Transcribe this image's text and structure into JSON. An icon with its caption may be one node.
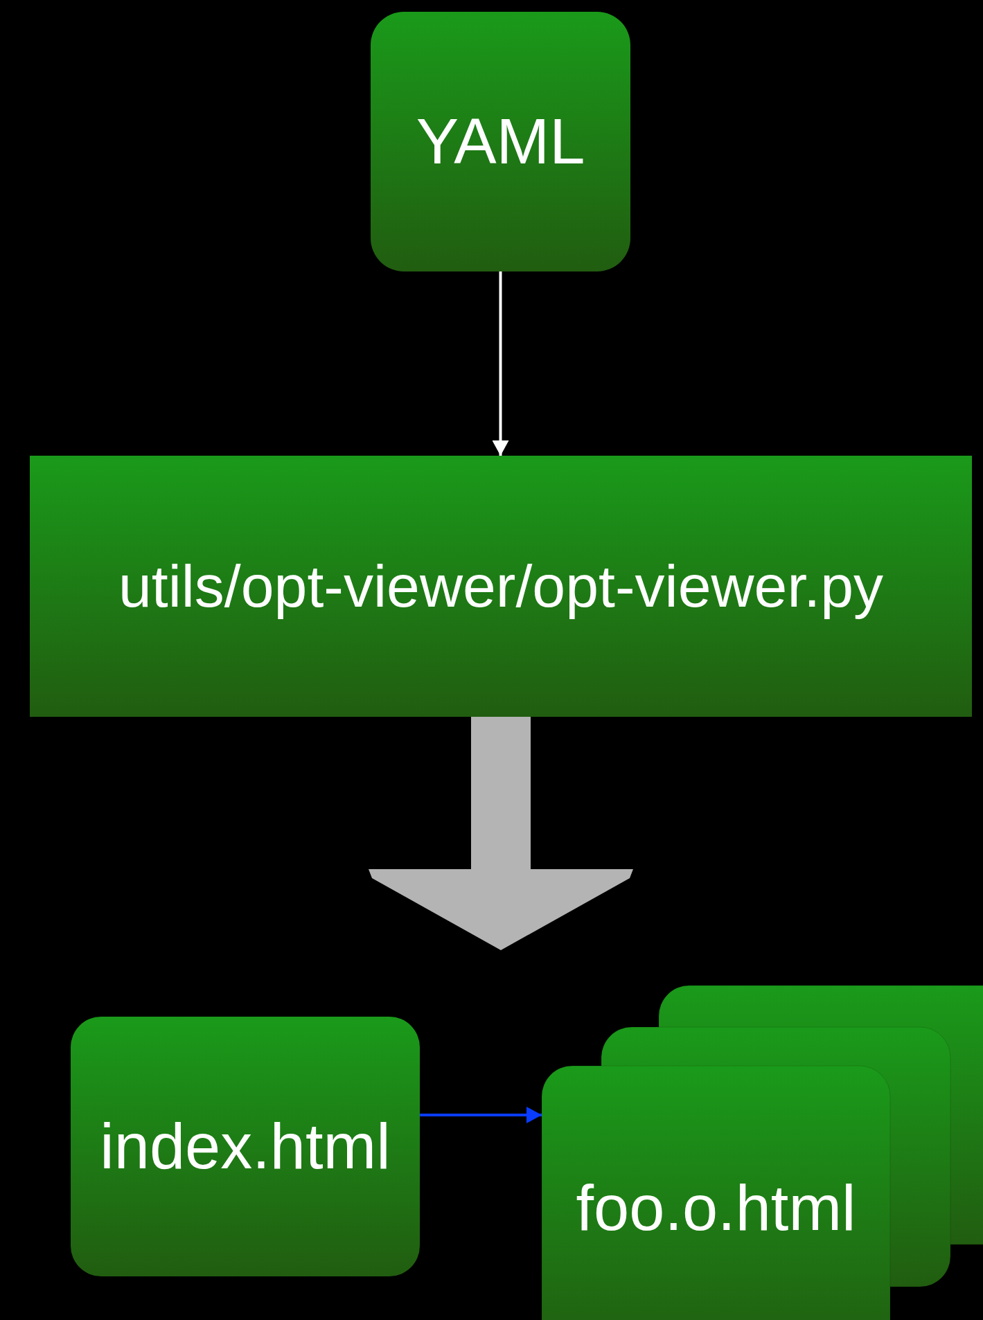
{
  "diagram": {
    "nodes": [
      {
        "text": [
          "YAML"
        ]
      },
      {
        "text": [
          "utils/opt-viewer/opt-viewer.py"
        ]
      },
      {
        "text": [
          "index.html"
        ]
      },
      {
        "text": [
          "foo.o.html"
        ]
      }
    ],
    "edges": [
      {
        "from": 0,
        "to": 1,
        "arrow": "to"
      },
      {
        "from": 1,
        "to": null,
        "arrow": "to",
        "style": "thick",
        "color": "#b4b4b4"
      },
      {
        "from": 2,
        "to": 3,
        "arrow": "to",
        "color": "#0a3cff"
      }
    ]
  }
}
